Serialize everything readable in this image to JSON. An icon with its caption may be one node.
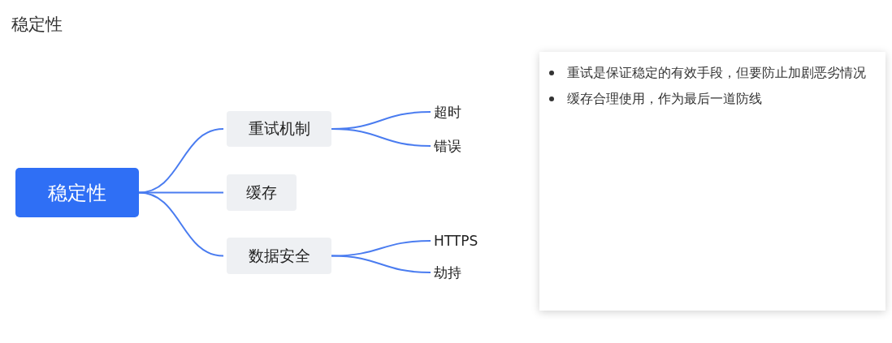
{
  "diagram": {
    "title": "稳定性",
    "nodes": [
      {
        "text": [
          "稳定性"
        ]
      },
      {
        "text": [
          "重试机制"
        ]
      },
      {
        "text": [
          "缓存"
        ]
      },
      {
        "text": [
          "数据安全"
        ]
      },
      {
        "text": [
          "超时"
        ]
      },
      {
        "text": [
          "错误"
        ]
      },
      {
        "text": [
          "HTTPS"
        ]
      },
      {
        "text": [
          "劫持"
        ]
      },
      {
        "text": [
          "重试是保证稳定的有效手段，但要防止加剧恶劣情况",
          "缓存合理使用，作为最后一道防线"
        ]
      }
    ],
    "edges": [
      {
        "from": 0,
        "to": 1,
        "arrow": "none"
      },
      {
        "from": 0,
        "to": 2,
        "arrow": "none"
      },
      {
        "from": 0,
        "to": 3,
        "arrow": "none"
      },
      {
        "from": 1,
        "to": 4,
        "arrow": "none"
      },
      {
        "from": 1,
        "to": 5,
        "arrow": "none"
      },
      {
        "from": 3,
        "to": 6,
        "arrow": "none"
      },
      {
        "from": 3,
        "to": 7,
        "arrow": "none"
      }
    ]
  }
}
